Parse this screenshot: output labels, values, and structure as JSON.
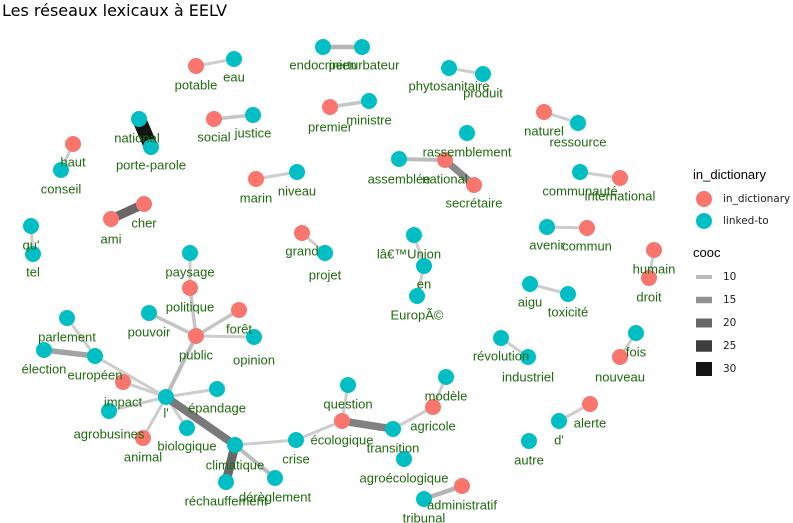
{
  "title": "Les réseaux lexicaux à EELV",
  "chart_data": {
    "type": "network",
    "title": "Les réseaux lexicaux à EELV",
    "colors": {
      "in_dictionary": "#F8766D",
      "linked-to": "#00BFC4",
      "label": "#1F6B0F"
    },
    "legend": {
      "position": "right",
      "node_title": "in_dictionary",
      "node_entries": [
        {
          "key": "in_dictionary",
          "label": "in_dictionary"
        },
        {
          "key": "linked-to",
          "label": "linked-to"
        }
      ],
      "weight_title": "cooc",
      "weight_entries": [
        "10",
        "15",
        "20",
        "25",
        "30"
      ]
    },
    "nodes": [
      {
        "id": "potable",
        "type": "in_dictionary"
      },
      {
        "id": "eau",
        "type": "linked-to"
      },
      {
        "id": "endocrinien",
        "type": "linked-to"
      },
      {
        "id": "perturbateur",
        "type": "linked-to"
      },
      {
        "id": "phytosanitaire",
        "type": "linked-to"
      },
      {
        "id": "produit",
        "type": "linked-to"
      },
      {
        "id": "social",
        "type": "in_dictionary"
      },
      {
        "id": "justice",
        "type": "linked-to"
      },
      {
        "id": "premier",
        "type": "in_dictionary"
      },
      {
        "id": "ministre",
        "type": "linked-to"
      },
      {
        "id": "naturel",
        "type": "in_dictionary"
      },
      {
        "id": "ressource",
        "type": "linked-to"
      },
      {
        "id": "national",
        "type": "linked-to"
      },
      {
        "id": "porte-parole",
        "type": "linked-to"
      },
      {
        "id": "haut",
        "type": "in_dictionary"
      },
      {
        "id": "conseil",
        "type": "linked-to"
      },
      {
        "id": "rassemblement",
        "type": "linked-to"
      },
      {
        "id": "assemblée",
        "type": "linked-to"
      },
      {
        "id": "national2",
        "type": "in_dictionary",
        "label": "national"
      },
      {
        "id": "secrétaire",
        "type": "in_dictionary"
      },
      {
        "id": "marin",
        "type": "in_dictionary"
      },
      {
        "id": "niveau",
        "type": "linked-to"
      },
      {
        "id": "communauté",
        "type": "linked-to"
      },
      {
        "id": "international",
        "type": "in_dictionary"
      },
      {
        "id": "ami",
        "type": "in_dictionary"
      },
      {
        "id": "cher",
        "type": "in_dictionary"
      },
      {
        "id": "qu'",
        "type": "linked-to"
      },
      {
        "id": "tel",
        "type": "linked-to"
      },
      {
        "id": "grand",
        "type": "in_dictionary"
      },
      {
        "id": "projet",
        "type": "linked-to"
      },
      {
        "id": "lâ€™Union",
        "type": "linked-to"
      },
      {
        "id": "en",
        "type": "linked-to"
      },
      {
        "id": "EuropÃ©",
        "type": "linked-to"
      },
      {
        "id": "avenir",
        "type": "linked-to"
      },
      {
        "id": "commun",
        "type": "in_dictionary"
      },
      {
        "id": "humain",
        "type": "in_dictionary"
      },
      {
        "id": "droit",
        "type": "in_dictionary"
      },
      {
        "id": "paysage",
        "type": "linked-to"
      },
      {
        "id": "politique",
        "type": "in_dictionary"
      },
      {
        "id": "aigu",
        "type": "linked-to"
      },
      {
        "id": "toxicité",
        "type": "linked-to"
      },
      {
        "id": "forêt",
        "type": "in_dictionary"
      },
      {
        "id": "pouvoir",
        "type": "linked-to"
      },
      {
        "id": "public",
        "type": "in_dictionary"
      },
      {
        "id": "opinion",
        "type": "linked-to"
      },
      {
        "id": "parlement",
        "type": "linked-to"
      },
      {
        "id": "fois",
        "type": "linked-to"
      },
      {
        "id": "élection",
        "type": "linked-to"
      },
      {
        "id": "européen",
        "type": "linked-to"
      },
      {
        "id": "révolution",
        "type": "linked-to"
      },
      {
        "id": "industriel",
        "type": "linked-to"
      },
      {
        "id": "nouveau",
        "type": "in_dictionary"
      },
      {
        "id": "impact",
        "type": "in_dictionary"
      },
      {
        "id": "modèle",
        "type": "linked-to"
      },
      {
        "id": "l'",
        "type": "linked-to"
      },
      {
        "id": "épandage",
        "type": "linked-to"
      },
      {
        "id": "question",
        "type": "linked-to"
      },
      {
        "id": "agricole",
        "type": "in_dictionary"
      },
      {
        "id": "agrobusines",
        "type": "linked-to"
      },
      {
        "id": "alerte",
        "type": "in_dictionary"
      },
      {
        "id": "écologique",
        "type": "in_dictionary"
      },
      {
        "id": "d'",
        "type": "linked-to"
      },
      {
        "id": "transition",
        "type": "linked-to"
      },
      {
        "id": "animal",
        "type": "in_dictionary"
      },
      {
        "id": "biologique",
        "type": "linked-to"
      },
      {
        "id": "crise",
        "type": "linked-to"
      },
      {
        "id": "autre",
        "type": "linked-to"
      },
      {
        "id": "climatique",
        "type": "linked-to"
      },
      {
        "id": "agroécologique",
        "type": "linked-to"
      },
      {
        "id": "réchauffement",
        "type": "linked-to"
      },
      {
        "id": "dérèglement",
        "type": "linked-to"
      },
      {
        "id": "administratif",
        "type": "in_dictionary"
      },
      {
        "id": "tribunal",
        "type": "linked-to"
      }
    ],
    "edges": [
      {
        "source": "potable",
        "target": "eau",
        "cooc": 8
      },
      {
        "source": "endocrinien",
        "target": "perturbateur",
        "cooc": 11
      },
      {
        "source": "phytosanitaire",
        "target": "produit",
        "cooc": 8
      },
      {
        "source": "social",
        "target": "justice",
        "cooc": 9
      },
      {
        "source": "premier",
        "target": "ministre",
        "cooc": 9
      },
      {
        "source": "naturel",
        "target": "ressource",
        "cooc": 8
      },
      {
        "source": "national",
        "target": "porte-parole",
        "cooc": 30
      },
      {
        "source": "haut",
        "target": "conseil",
        "cooc": 8
      },
      {
        "source": "assemblée",
        "target": "national2",
        "cooc": 10
      },
      {
        "source": "national2",
        "target": "secrétaire",
        "cooc": 16
      },
      {
        "source": "marin",
        "target": "niveau",
        "cooc": 8
      },
      {
        "source": "communauté",
        "target": "international",
        "cooc": 8
      },
      {
        "source": "ami",
        "target": "cher",
        "cooc": 20
      },
      {
        "source": "qu'",
        "target": "tel",
        "cooc": 8
      },
      {
        "source": "grand",
        "target": "projet",
        "cooc": 8
      },
      {
        "source": "lâ€™Union",
        "target": "en",
        "cooc": 8
      },
      {
        "source": "en",
        "target": "EuropÃ©",
        "cooc": 8
      },
      {
        "source": "avenir",
        "target": "commun",
        "cooc": 8
      },
      {
        "source": "humain",
        "target": "droit",
        "cooc": 8
      },
      {
        "source": "aigu",
        "target": "toxicité",
        "cooc": 8
      },
      {
        "source": "paysage",
        "target": "politique",
        "cooc": 8
      },
      {
        "source": "politique",
        "target": "public",
        "cooc": 9
      },
      {
        "source": "forêt",
        "target": "public",
        "cooc": 9
      },
      {
        "source": "pouvoir",
        "target": "public",
        "cooc": 9
      },
      {
        "source": "opinion",
        "target": "public",
        "cooc": 8
      },
      {
        "source": "public",
        "target": "l'",
        "cooc": 10
      },
      {
        "source": "parlement",
        "target": "européen",
        "cooc": 8
      },
      {
        "source": "élection",
        "target": "européen",
        "cooc": 13
      },
      {
        "source": "européen",
        "target": "l'",
        "cooc": 8
      },
      {
        "source": "impact",
        "target": "l'",
        "cooc": 8
      },
      {
        "source": "épandage",
        "target": "l'",
        "cooc": 8
      },
      {
        "source": "agrobusines",
        "target": "l'",
        "cooc": 8
      },
      {
        "source": "animal",
        "target": "l'",
        "cooc": 8
      },
      {
        "source": "biologique",
        "target": "l'",
        "cooc": 8
      },
      {
        "source": "l'",
        "target": "climatique",
        "cooc": 18
      },
      {
        "source": "climatique",
        "target": "réchauffement",
        "cooc": 20
      },
      {
        "source": "climatique",
        "target": "dérèglement",
        "cooc": 10
      },
      {
        "source": "climatique",
        "target": "crise",
        "cooc": 8
      },
      {
        "source": "révolution",
        "target": "industriel",
        "cooc": 8
      },
      {
        "source": "fois",
        "target": "nouveau",
        "cooc": 8
      },
      {
        "source": "question",
        "target": "écologique",
        "cooc": 8
      },
      {
        "source": "écologique",
        "target": "transition",
        "cooc": 17
      },
      {
        "source": "écologique",
        "target": "crise",
        "cooc": 8
      },
      {
        "source": "modèle",
        "target": "agricole",
        "cooc": 8
      },
      {
        "source": "agricole",
        "target": "transition",
        "cooc": 8
      },
      {
        "source": "alerte",
        "target": "d'",
        "cooc": 8
      },
      {
        "source": "administratif",
        "target": "tribunal",
        "cooc": 11
      }
    ]
  }
}
